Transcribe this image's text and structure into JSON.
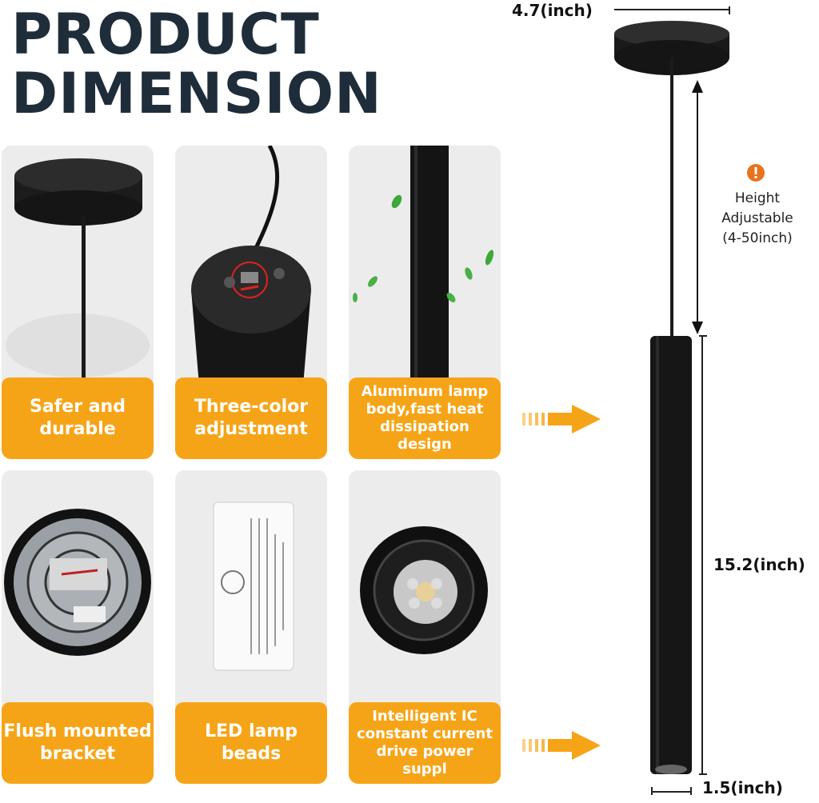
{
  "title": {
    "line1": "PRODUCT",
    "line2": "DIMENSION"
  },
  "features": [
    {
      "label": "Safer and durable"
    },
    {
      "label": "Three-color adjustment"
    },
    {
      "label": "Aluminum lamp body,fast heat dissipation design"
    },
    {
      "label": "Flush mounted bracket"
    },
    {
      "label": "LED lamp beads"
    },
    {
      "label": "Intelligent IC constant current drive power suppl"
    }
  ],
  "dimensions": {
    "canopy_width": "4.7(inch)",
    "body_length": "15.2(inch)",
    "diameter": "1.5(inch)"
  },
  "height_note": {
    "line1": "Height",
    "line2": "Adjustable",
    "line3": "(4-50inch)"
  },
  "colors": {
    "accent": "#f6a417",
    "title": "#1f2d3a",
    "card_bg": "#ececec",
    "warning": "#e8731e"
  },
  "icons": [
    "warning-icon",
    "arrow-right-icon"
  ]
}
